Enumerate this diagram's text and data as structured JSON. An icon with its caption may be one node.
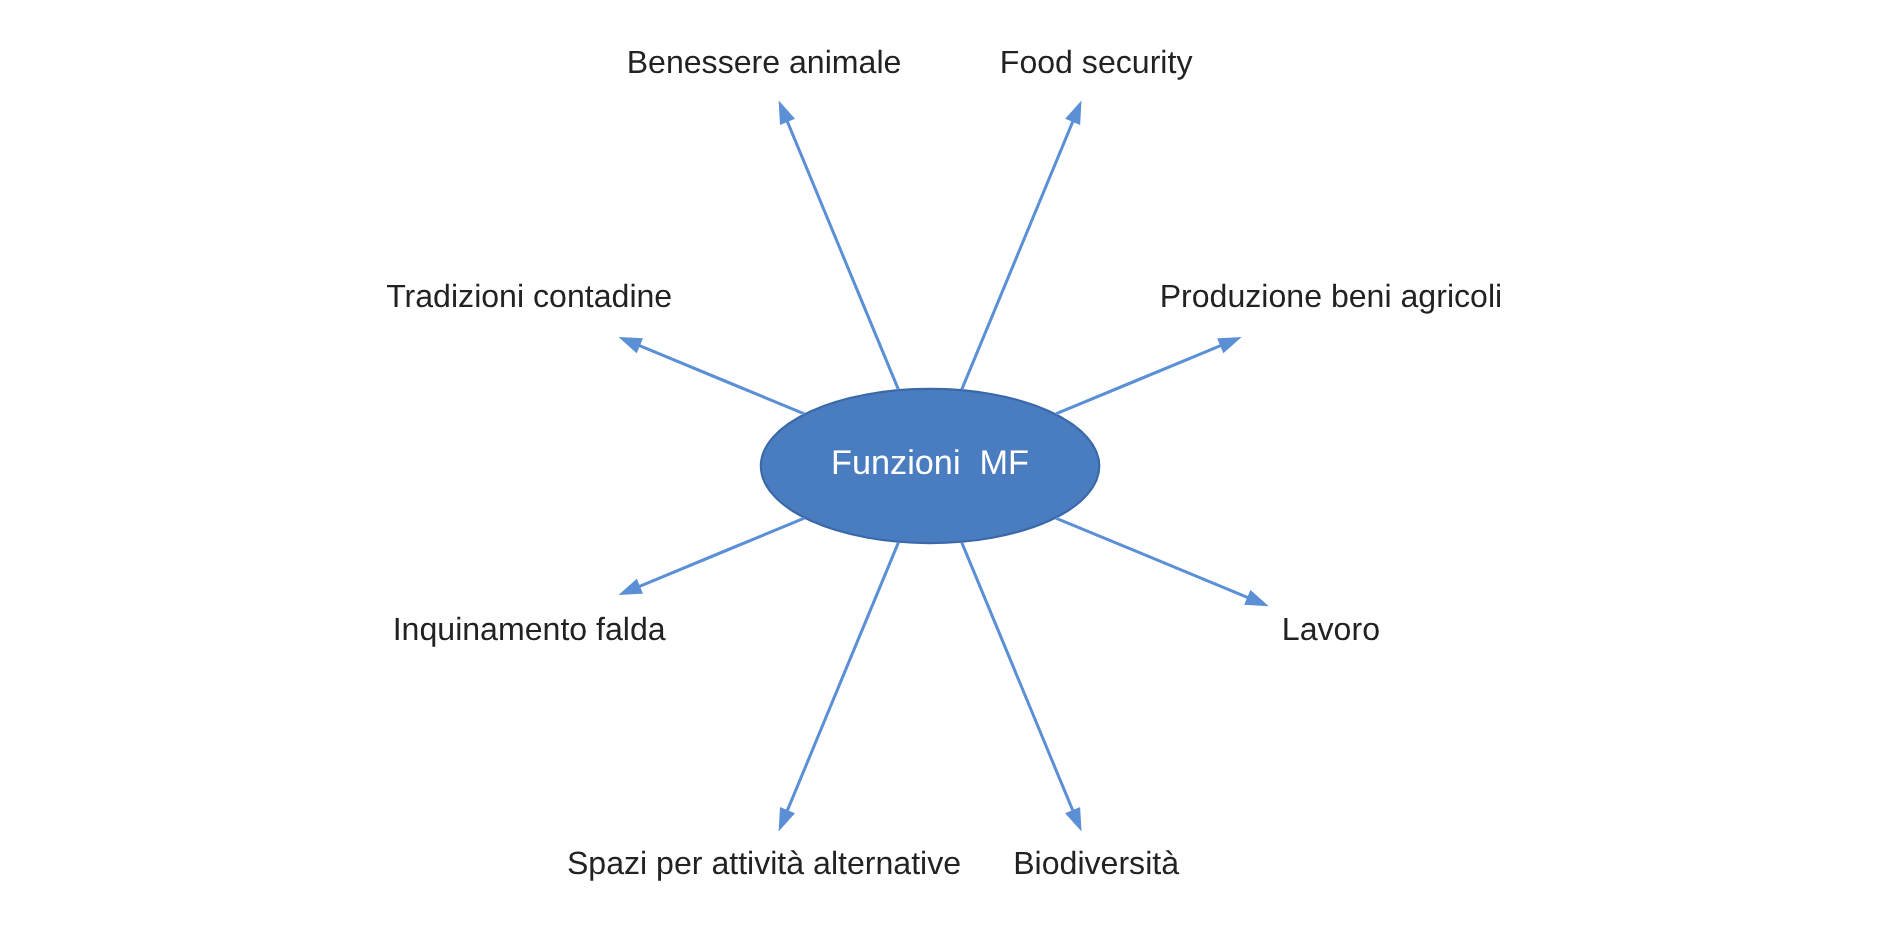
{
  "diagram": {
    "nodes": [
      {
        "text": [
          "Funzioni  MF"
        ]
      },
      {
        "text": [
          "Produzione beni agricoli"
        ]
      },
      {
        "text": [
          "Food security"
        ]
      },
      {
        "text": [
          "Benessere animale"
        ]
      },
      {
        "text": [
          "Tradizioni contadine"
        ]
      },
      {
        "text": [
          "Inquinamento falda"
        ]
      },
      {
        "text": [
          "Spazi per attività alternative"
        ]
      },
      {
        "text": [
          "Biodiversità"
        ]
      },
      {
        "text": [
          "Lavoro"
        ]
      }
    ],
    "edges": [
      {
        "from": 0,
        "to": 1,
        "arrow": "to"
      },
      {
        "from": 0,
        "to": 2,
        "arrow": "to"
      },
      {
        "from": 0,
        "to": 3,
        "arrow": "to"
      },
      {
        "from": 0,
        "to": 4,
        "arrow": "to"
      },
      {
        "from": 0,
        "to": 5,
        "arrow": "to"
      },
      {
        "from": 0,
        "to": 6,
        "arrow": "to"
      },
      {
        "from": 0,
        "to": 7,
        "arrow": "to"
      },
      {
        "from": 0,
        "to": 8,
        "arrow": "to"
      }
    ]
  }
}
